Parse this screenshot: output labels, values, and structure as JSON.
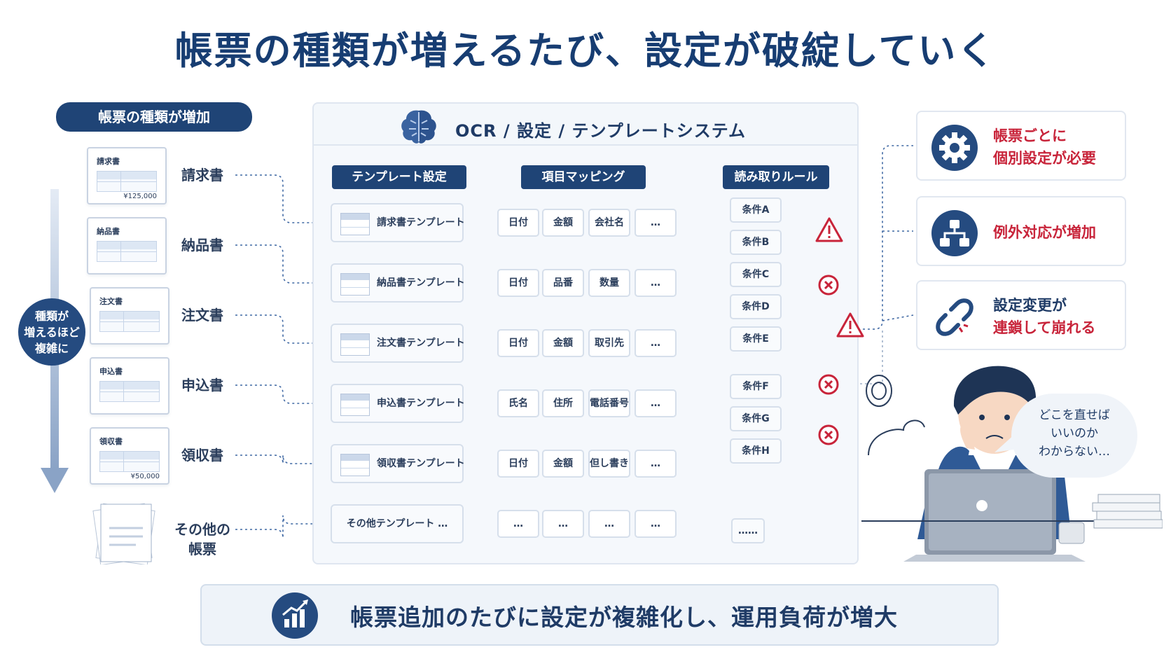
{
  "title": "帳票の種類が増えるたび、設定が破綻していく",
  "left": {
    "header": "帳票の種類が増加",
    "vertical_badge": [
      "種類が",
      "増えるほど",
      "複雑に"
    ],
    "docs": [
      {
        "thumb": "請求書",
        "amount": "¥125,000",
        "label": "請求書"
      },
      {
        "thumb": "納品書",
        "amount": "",
        "label": "納品書"
      },
      {
        "thumb": "注文書",
        "amount": "",
        "label": "注文書"
      },
      {
        "thumb": "申込書",
        "amount": "",
        "label": "申込書"
      },
      {
        "thumb": "領収書",
        "amount": "¥50,000",
        "label": "領収書"
      },
      {
        "thumb": "",
        "amount": "",
        "label": "その他の\n帳票"
      }
    ]
  },
  "system": {
    "title": "OCR / 設定 / テンプレートシステム",
    "columns": [
      "テンプレート設定",
      "項目マッピング",
      "読み取りルール"
    ],
    "templates": [
      "請求書テンプレート",
      "納品書テンプレート",
      "注文書テンプレート",
      "申込書テンプレート",
      "領収書テンプレート",
      "その他テンプレート …"
    ],
    "mappings": [
      [
        "日付",
        "金額",
        "会社名",
        "…"
      ],
      [
        "日付",
        "品番",
        "数量",
        "…"
      ],
      [
        "日付",
        "金額",
        "取引先",
        "…"
      ],
      [
        "氏名",
        "住所",
        "電話番号",
        "…"
      ],
      [
        "日付",
        "金額",
        "但し書き",
        "…"
      ],
      [
        "…",
        "…",
        "…",
        "…"
      ]
    ],
    "conditions": [
      "条件A",
      "条件B",
      "条件C",
      "条件D",
      "条件E",
      "条件F",
      "条件G",
      "条件H",
      "……"
    ]
  },
  "issues": [
    {
      "lines": [
        "帳票ごとに",
        "個別設定が必要"
      ],
      "colors": [
        "red",
        "red"
      ],
      "icon": "gear-icon"
    },
    {
      "lines": [
        "例外対応が増加"
      ],
      "colors": [
        "red"
      ],
      "icon": "hierarchy-icon"
    },
    {
      "lines": [
        "設定変更が",
        "連鎖して崩れる"
      ],
      "colors": [
        "dark",
        "red"
      ],
      "icon": "broken-link-icon"
    }
  ],
  "speech": [
    "どこを直せば",
    "いいのか",
    "わからない…"
  ],
  "bottom": "帳票追加のたびに設定が複雑化し、運用負荷が増大",
  "colors": {
    "navy": "#1f4476",
    "red": "#c8243a",
    "wire": "#3f68a3"
  }
}
